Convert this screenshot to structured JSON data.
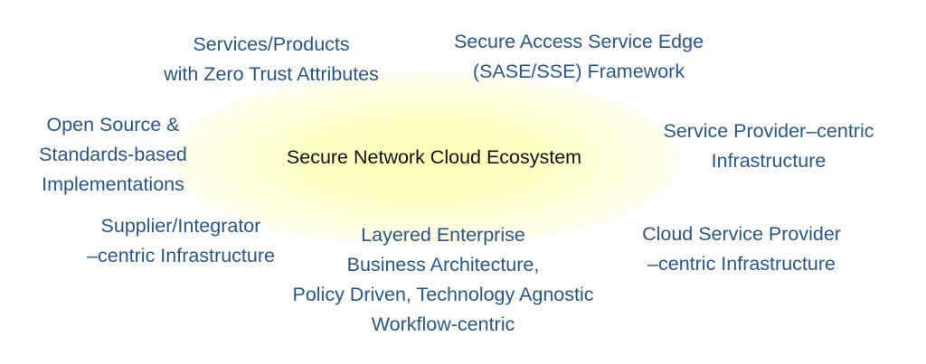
{
  "diagram": {
    "center": "Secure Network Cloud Ecosystem",
    "glow_color": "#ffffc0",
    "label_color": "#2a5686",
    "nodes": {
      "services_products": [
        "Services/Products",
        "with Zero Trust Attributes"
      ],
      "sase": [
        "Secure Access Service Edge",
        "(SASE/SSE) Framework"
      ],
      "open_source": [
        "Open Source &",
        "Standards-based",
        "Implementations"
      ],
      "service_provider": [
        "Service Provider–centric",
        "Infrastructure"
      ],
      "supplier_integrator": [
        "Supplier/Integrator",
        "–centric Infrastructure"
      ],
      "layered_enterprise": [
        "Layered Enterprise",
        "Business Architecture,",
        "Policy Driven, Technology Agnostic",
        "Workflow-centric"
      ],
      "cloud_service_provider": [
        "Cloud Service Provider",
        "–centric Infrastructure"
      ]
    }
  }
}
